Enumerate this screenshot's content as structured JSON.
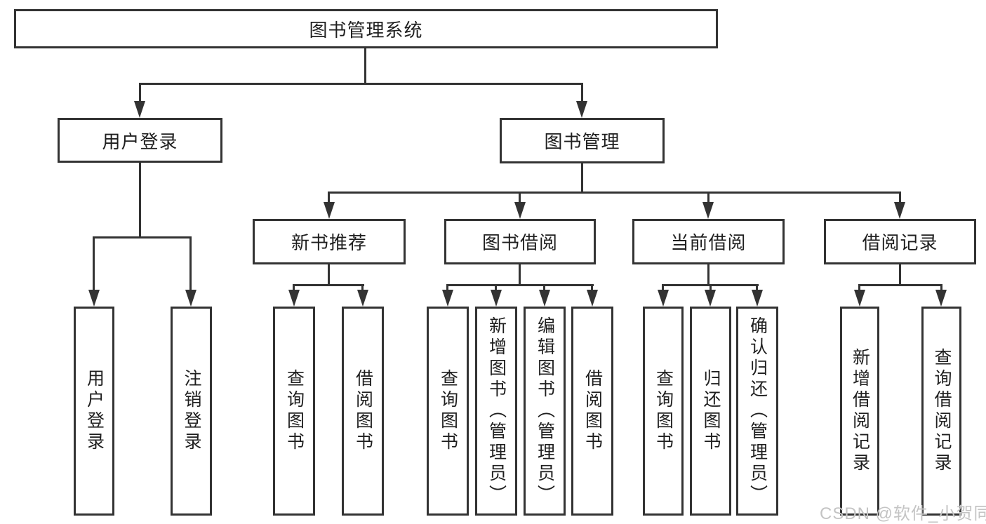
{
  "diagram": {
    "root": {
      "label": "图书管理系统"
    },
    "branches": {
      "user_login": {
        "label": "用户登录"
      },
      "book_management": {
        "label": "图书管理"
      }
    },
    "modules": {
      "new_book_recommend": {
        "label": "新书推荐"
      },
      "book_borrowing": {
        "label": "图书借阅"
      },
      "current_borrowing": {
        "label": "当前借阅"
      },
      "borrowing_records": {
        "label": "借阅记录"
      }
    },
    "leaves": {
      "user_login": [
        {
          "label": "用户登录"
        },
        {
          "label": "注销登录"
        }
      ],
      "new_book_recommend": [
        {
          "label": "查询图书"
        },
        {
          "label": "借阅图书"
        }
      ],
      "book_borrowing": [
        {
          "label": "查询图书"
        },
        {
          "label": "新增图书（管理员）"
        },
        {
          "label": "编辑图书（管理员）"
        },
        {
          "label": "借阅图书"
        }
      ],
      "current_borrowing": [
        {
          "label": "查询图书"
        },
        {
          "label": "归还图书"
        },
        {
          "label": "确认归还（管理员）"
        }
      ],
      "borrowing_records": [
        {
          "label": "新增借阅记录"
        },
        {
          "label": "查询借阅记录"
        }
      ]
    },
    "watermark": "CSDN @软件_小贺同学",
    "colors": {
      "line": "#333333",
      "text": "#1f1f1f",
      "watermark": "#c4c4c4",
      "background": "#ffffff"
    }
  }
}
